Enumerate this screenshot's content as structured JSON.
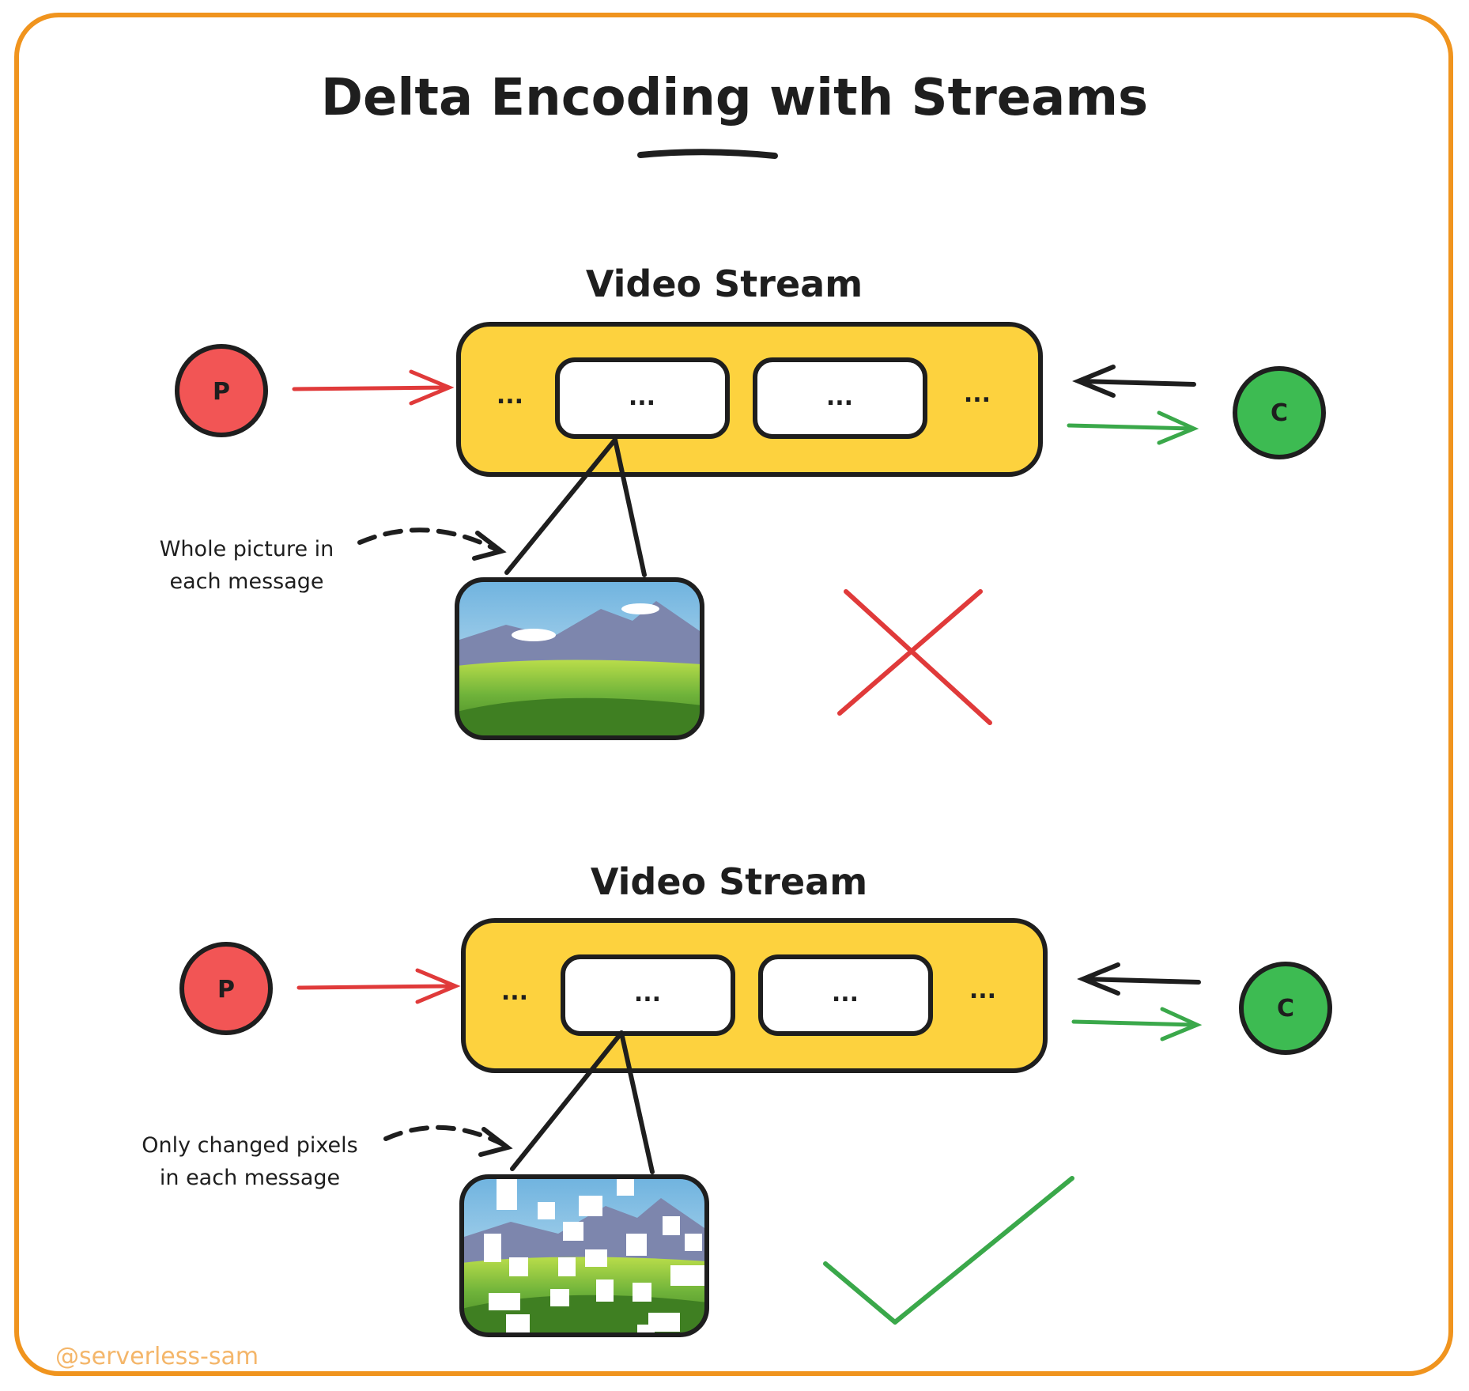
{
  "title": "Delta Encoding with Streams",
  "watermark": "@serverless-sam",
  "colors": {
    "frame": "#f0941e",
    "stream": "#fdd23e",
    "producer": "#f25555",
    "consumer": "#3dbb52",
    "arrow_in": "#e03a3a",
    "arrow_out": "#3aa84a",
    "cross": "#e03a3a",
    "check": "#3aa84a"
  },
  "top": {
    "stream_label": "Video Stream",
    "producer": "P",
    "consumer": "C",
    "outer_left": "...",
    "outer_right": "...",
    "message_1": "...",
    "message_2": "...",
    "note_line1": "Whole picture in",
    "note_line2": "each message",
    "verdict_icon": "cross-icon"
  },
  "bottom": {
    "stream_label": "Video Stream",
    "producer": "P",
    "consumer": "C",
    "outer_left": "...",
    "outer_right": "...",
    "message_1": "...",
    "message_2": "...",
    "note_line1": "Only changed pixels",
    "note_line2": "in each message",
    "verdict_icon": "check-icon"
  }
}
